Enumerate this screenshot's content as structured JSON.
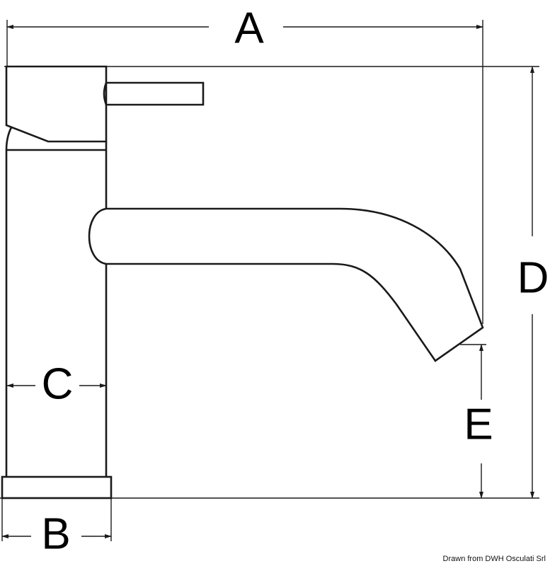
{
  "dimensions": {
    "a": "A",
    "b": "B",
    "c": "C",
    "d": "D",
    "e": "E"
  },
  "credit": "Drawn from DWH Osculati Srl",
  "colors": {
    "line": "#1a1a1a",
    "background": "#ffffff"
  }
}
